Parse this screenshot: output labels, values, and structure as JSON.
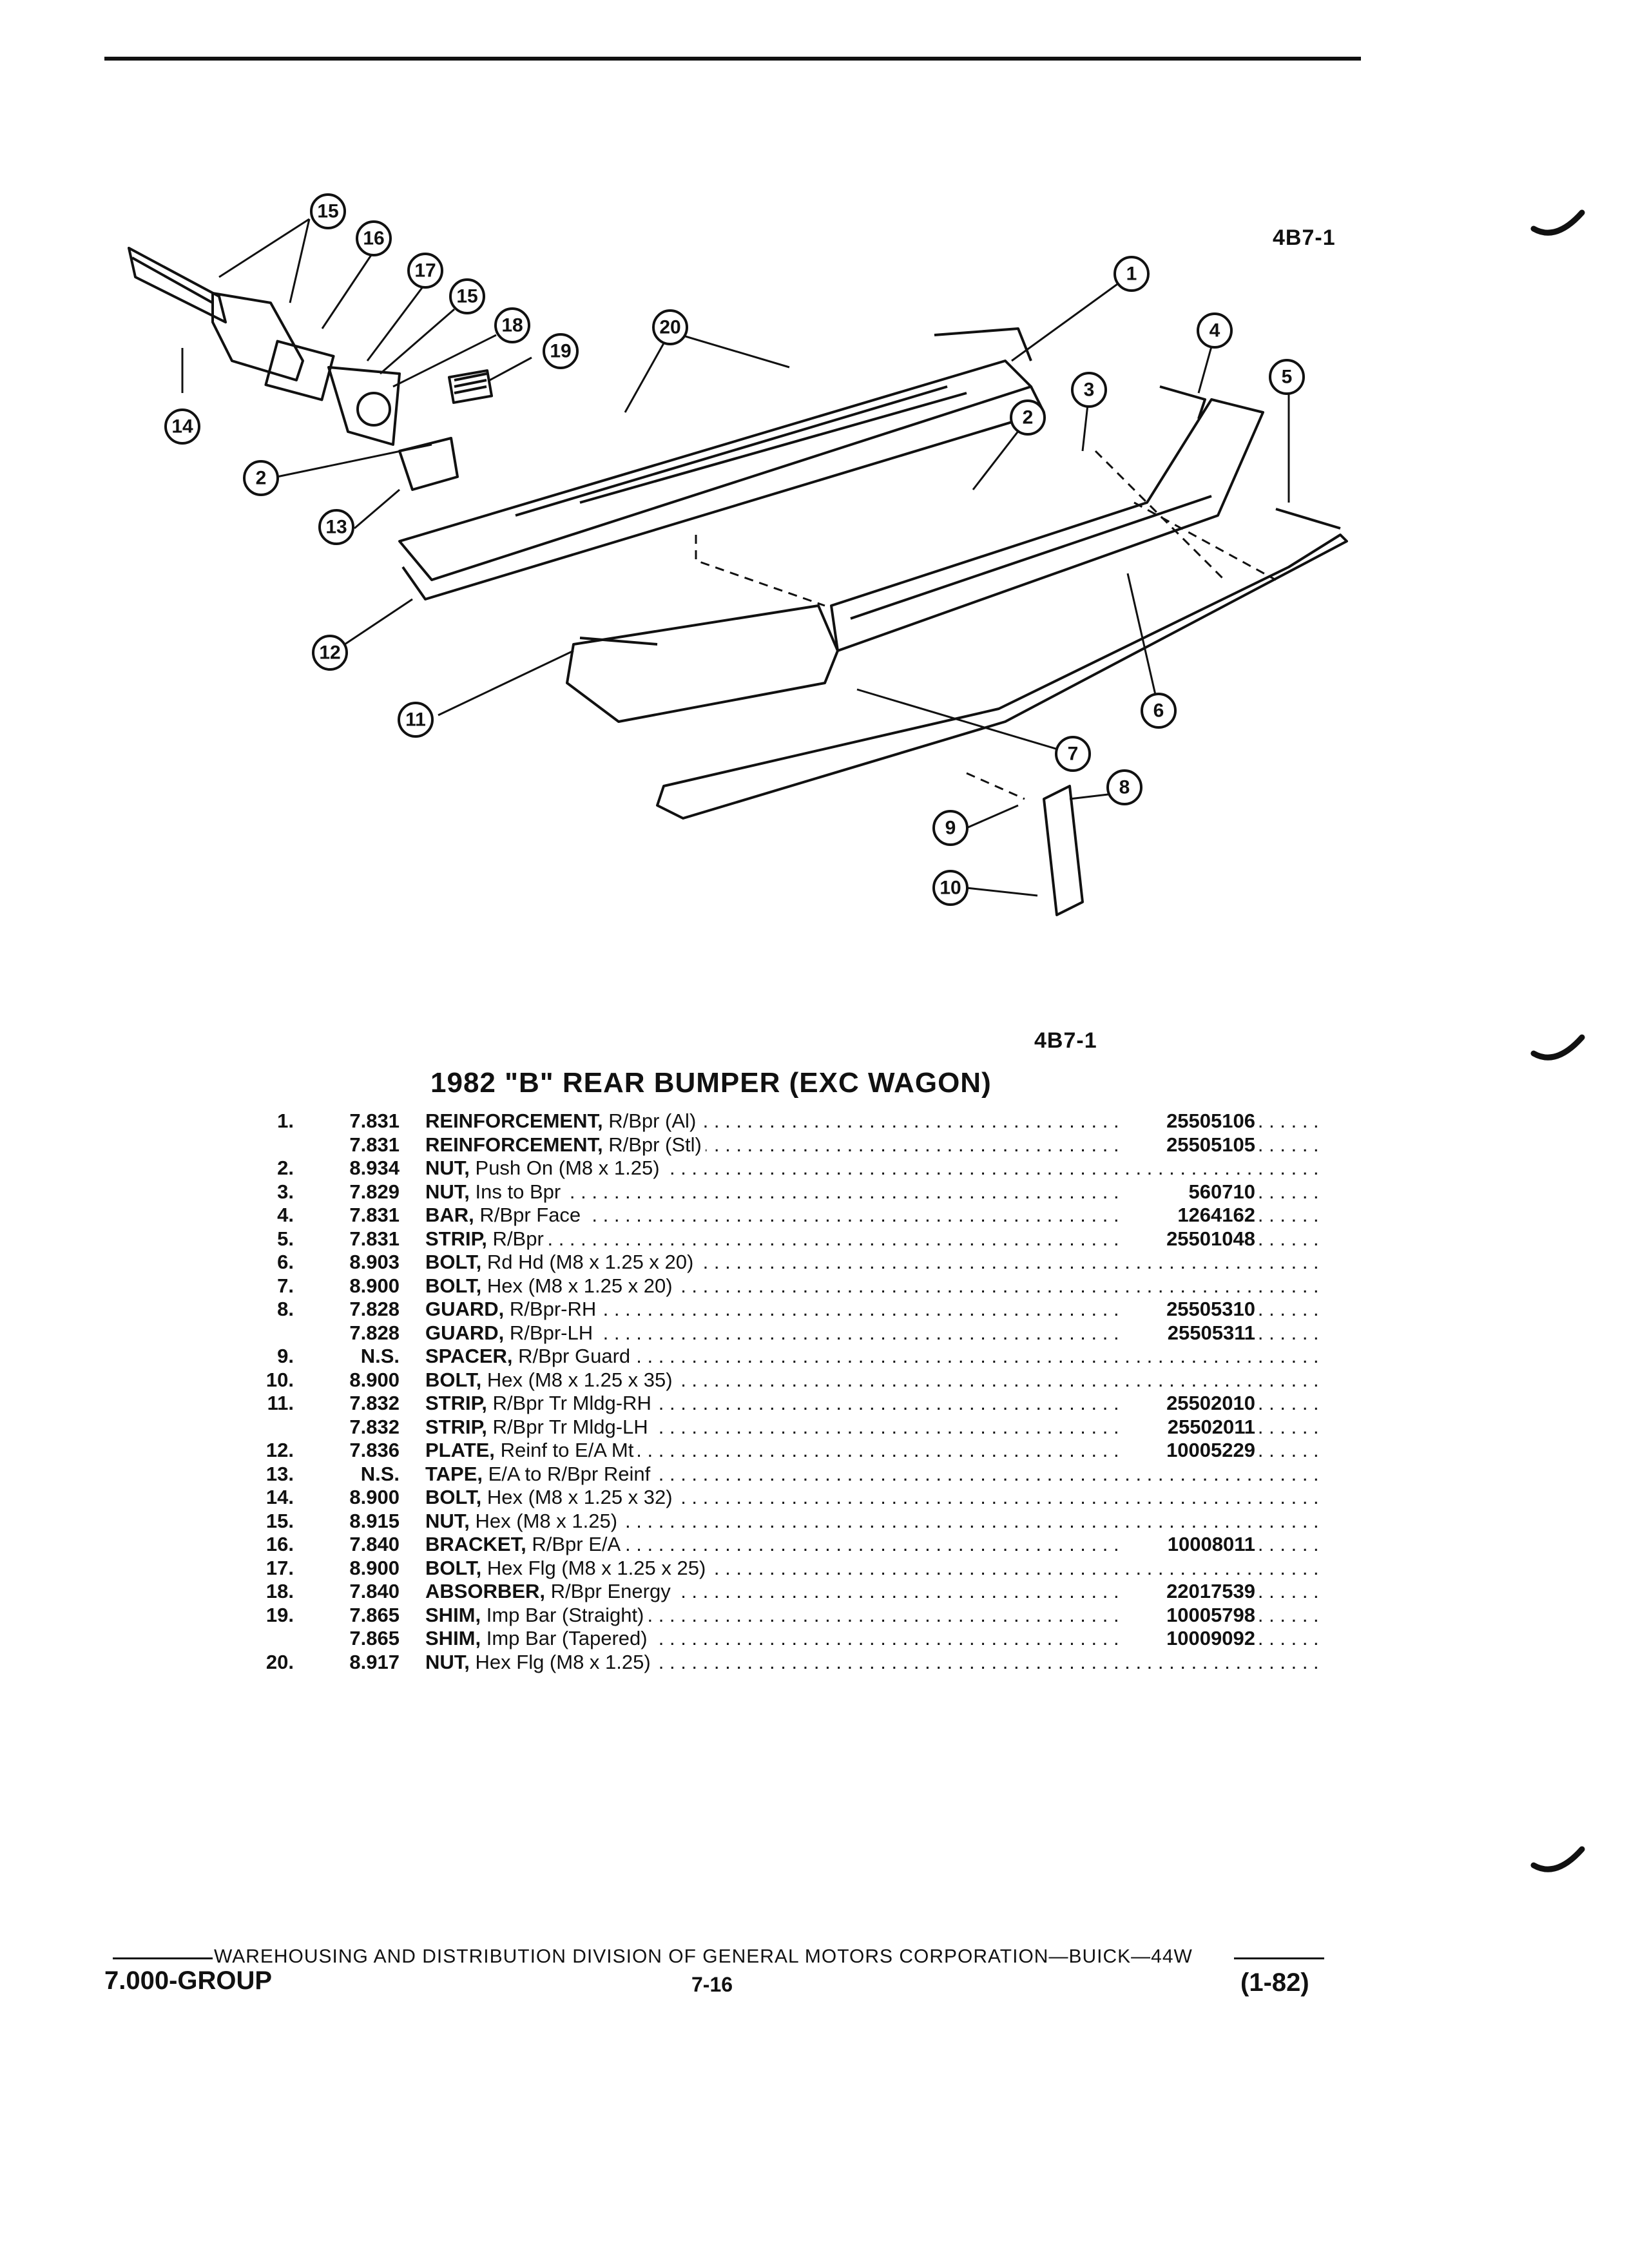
{
  "figure_code_top": "4B7-1",
  "figure_code_bottom": "4B7-1",
  "callouts": [
    "15",
    "16",
    "17",
    "15",
    "18",
    "19",
    "14",
    "2",
    "13",
    "12",
    "20",
    "1",
    "4",
    "5",
    "3",
    "2",
    "6",
    "11",
    "7",
    "8",
    "9",
    "10"
  ],
  "title": "1982 \"B\" REAR BUMPER (EXC WAGON)",
  "parts": [
    {
      "num": "1.",
      "group": "7.831",
      "name": "REINFORCEMENT,",
      "detail": "R/Bpr (Al)",
      "pn": "25505106"
    },
    {
      "num": "",
      "group": "7.831",
      "name": "REINFORCEMENT,",
      "detail": "R/Bpr (Stl)",
      "pn": "25505105"
    },
    {
      "num": "2.",
      "group": "8.934",
      "name": "NUT,",
      "detail": "Push On (M8 x 1.25)",
      "pn": ""
    },
    {
      "num": "3.",
      "group": "7.829",
      "name": "NUT,",
      "detail": "Ins to Bpr",
      "pn": "560710"
    },
    {
      "num": "4.",
      "group": "7.831",
      "name": "BAR,",
      "detail": "R/Bpr Face",
      "pn": "1264162"
    },
    {
      "num": "5.",
      "group": "7.831",
      "name": "STRIP,",
      "detail": "R/Bpr",
      "pn": "25501048"
    },
    {
      "num": "6.",
      "group": "8.903",
      "name": "BOLT,",
      "detail": "Rd Hd (M8 x 1.25 x 20)",
      "pn": ""
    },
    {
      "num": "7.",
      "group": "8.900",
      "name": "BOLT,",
      "detail": "Hex (M8 x 1.25 x 20)",
      "pn": ""
    },
    {
      "num": "8.",
      "group": "7.828",
      "name": "GUARD,",
      "detail": "R/Bpr-RH",
      "pn": "25505310"
    },
    {
      "num": "",
      "group": "7.828",
      "name": "GUARD,",
      "detail": "R/Bpr-LH",
      "pn": "25505311"
    },
    {
      "num": "9.",
      "group": "N.S.",
      "name": "SPACER,",
      "detail": "R/Bpr Guard",
      "pn": ""
    },
    {
      "num": "10.",
      "group": "8.900",
      "name": "BOLT,",
      "detail": "Hex (M8 x 1.25 x 35)",
      "pn": ""
    },
    {
      "num": "11.",
      "group": "7.832",
      "name": "STRIP,",
      "detail": "R/Bpr Tr Mldg-RH",
      "pn": "25502010"
    },
    {
      "num": "",
      "group": "7.832",
      "name": "STRIP,",
      "detail": "R/Bpr Tr Mldg-LH",
      "pn": "25502011"
    },
    {
      "num": "12.",
      "group": "7.836",
      "name": "PLATE,",
      "detail": "Reinf to E/A Mt",
      "pn": "10005229"
    },
    {
      "num": "13.",
      "group": "N.S.",
      "name": "TAPE,",
      "detail": "E/A to R/Bpr Reinf",
      "pn": ""
    },
    {
      "num": "14.",
      "group": "8.900",
      "name": "BOLT,",
      "detail": "Hex (M8 x 1.25 x 32)",
      "pn": ""
    },
    {
      "num": "15.",
      "group": "8.915",
      "name": "NUT,",
      "detail": "Hex (M8 x 1.25)",
      "pn": ""
    },
    {
      "num": "16.",
      "group": "7.840",
      "name": "BRACKET,",
      "detail": "R/Bpr E/A",
      "pn": "10008011"
    },
    {
      "num": "17.",
      "group": "8.900",
      "name": "BOLT,",
      "detail": "Hex Flg (M8 x 1.25 x 25)",
      "pn": ""
    },
    {
      "num": "18.",
      "group": "7.840",
      "name": "ABSORBER,",
      "detail": "R/Bpr Energy",
      "pn": "22017539"
    },
    {
      "num": "19.",
      "group": "7.865",
      "name": "SHIM,",
      "detail": "Imp Bar (Straight)",
      "pn": "10005798"
    },
    {
      "num": "",
      "group": "7.865",
      "name": "SHIM,",
      "detail": "Imp Bar (Tapered)",
      "pn": "10009092"
    },
    {
      "num": "20.",
      "group": "8.917",
      "name": "NUT,",
      "detail": "Hex Flg (M8 x 1.25)",
      "pn": ""
    }
  ],
  "footer": {
    "publisher": "WAREHOUSING AND DISTRIBUTION  DIVISION OF GENERAL MOTORS CORPORATION—BUICK—44W",
    "group": "7.000-GROUP",
    "page": "7-16",
    "date": "(1-82)"
  }
}
